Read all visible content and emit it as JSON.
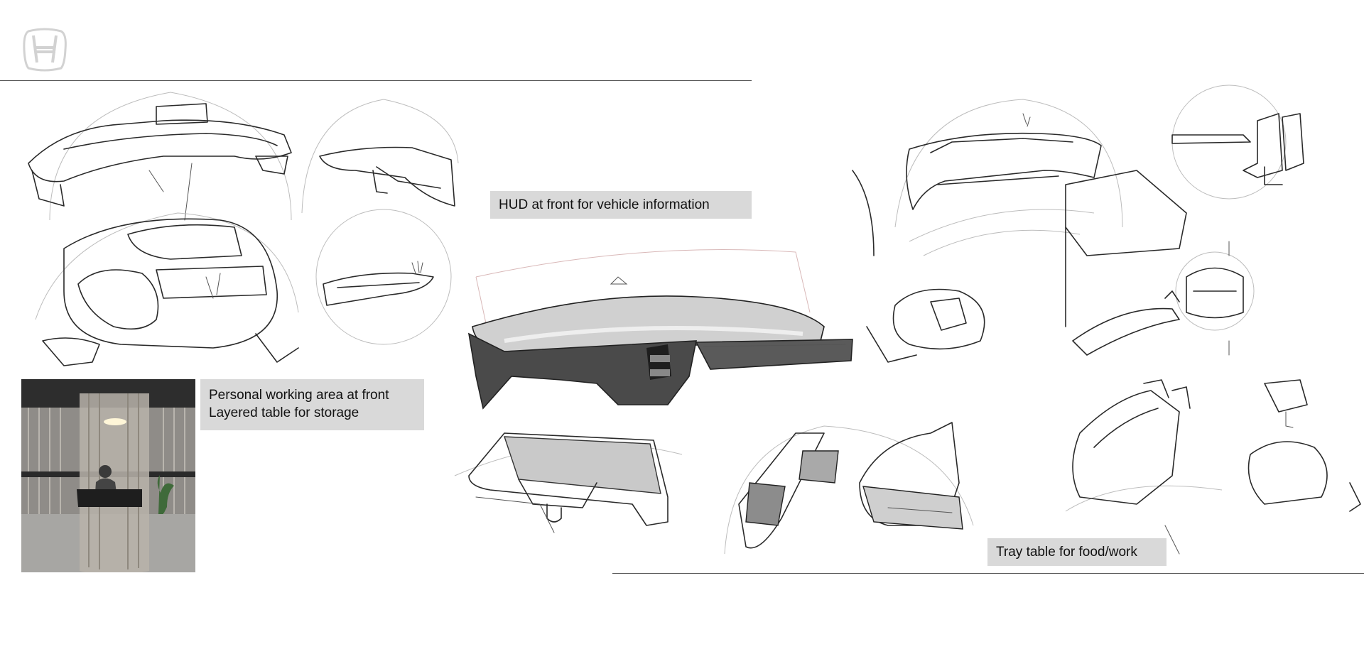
{
  "logo": {
    "icon": "honda-h-logo"
  },
  "annotations": {
    "hud": "HUD at front for vehicle information",
    "personal_line1": "Personal working area at front",
    "personal_line2": "Layered table for storage",
    "tray": "Tray table for food/work"
  },
  "photo": {
    "subject": "work-booth-photo"
  },
  "colors": {
    "label_bg": "#d9d9d9",
    "rule": "#555555",
    "sketch_ink": "#2a2a2a"
  }
}
